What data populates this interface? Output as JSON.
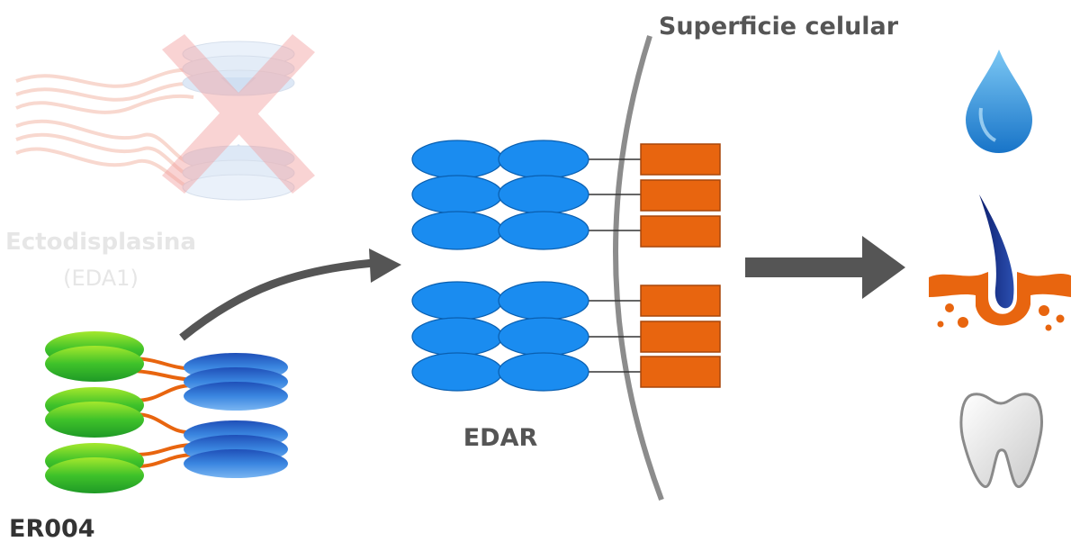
{
  "labels": {
    "cell_surface": "Superficie celular",
    "eda_name": "Ectodisplasina",
    "eda_code": "(EDA1)",
    "edar": "EDAR",
    "er004": "ER004"
  },
  "icons": {
    "sweat": "water-drop-icon",
    "hair": "hair-follicle-icon",
    "tooth": "tooth-icon"
  },
  "colors": {
    "receptor_blue": "#1a8cf0",
    "domain_orange": "#e8650f",
    "membrane_gray": "#8c8c8c",
    "arrow_gray": "#555555",
    "er004_green": "#3fc22a",
    "er004_blue": "#2e6fd0",
    "faded_text": "#e3e3e3",
    "faded_cross": "#f2a0a0"
  }
}
